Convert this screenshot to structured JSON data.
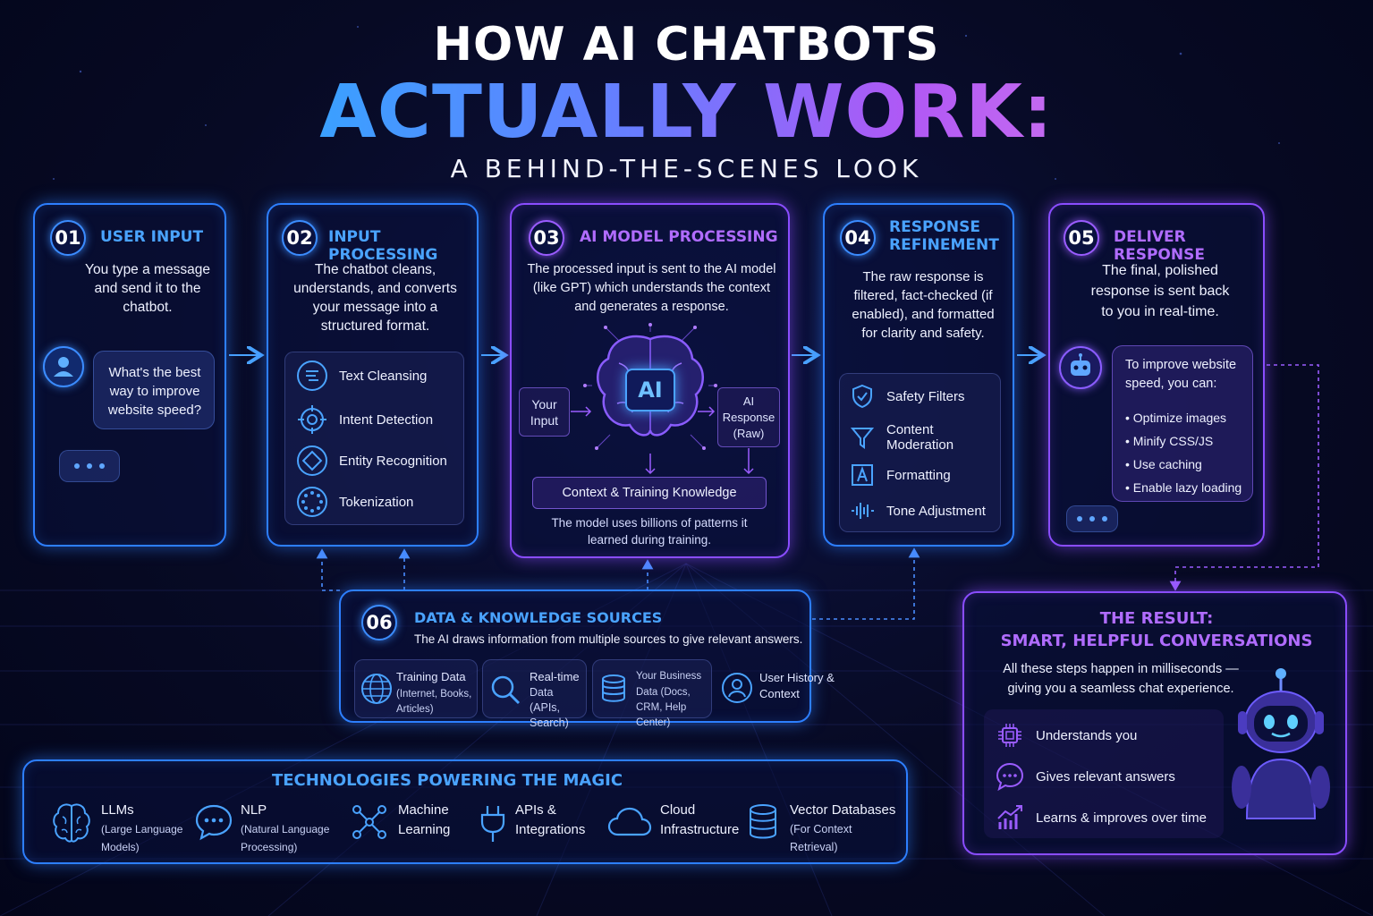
{
  "header": {
    "title_line1": "HOW AI CHATBOTS",
    "title_line2": "ACTUALLY WORK:",
    "subtitle": "A BEHIND-THE-SCENES LOOK"
  },
  "steps": [
    {
      "number": "01",
      "title": "USER INPUT",
      "description": "You type a message and send it to the chatbot.",
      "chat_bubble": "What's the best way to improve website speed?"
    },
    {
      "number": "02",
      "title": "INPUT PROCESSING",
      "description": "The chatbot cleans, understands, and converts your message into a structured format.",
      "items": [
        "Text Cleansing",
        "Intent Detection",
        "Entity Recognition",
        "Tokenization"
      ]
    },
    {
      "number": "03",
      "title": "AI MODEL PROCESSING",
      "description": "The processed input is sent to the AI model (like GPT) which understands the context and generates a response.",
      "input_label": "Your Input",
      "brain_label": "AI",
      "output_label": "AI Response (Raw)",
      "knowledge_label": "Context & Training Knowledge",
      "footnote": "The model uses billions of patterns it learned during training."
    },
    {
      "number": "04",
      "title": "RESPONSE REFINEMENT",
      "description": "The raw response is filtered, fact-checked (if enabled), and formatted for clarity and safety.",
      "items": [
        "Safety Filters",
        "Content Moderation",
        "Formatting",
        "Tone Adjustment"
      ]
    },
    {
      "number": "05",
      "title": "DELIVER RESPONSE",
      "description": "The final, polished response is sent back to you in real-time.",
      "reply_intro": "To improve website speed, you can:",
      "reply_items": [
        "Optimize images",
        "Minify CSS/JS",
        "Use caching",
        "Enable lazy loading"
      ]
    }
  ],
  "sources": {
    "number": "06",
    "title": "DATA & KNOWLEDGE SOURCES",
    "description": "The AI draws information from multiple sources to give relevant answers.",
    "items": [
      {
        "title": "Training Data",
        "detail": "(Internet, Books, Articles)",
        "icon": "globe-icon"
      },
      {
        "title": "Real-time",
        "detail": "Data (APIs, Search)",
        "icon": "search-icon"
      },
      {
        "title": "Your Business",
        "detail": "Data (Docs, CRM, Help Center)",
        "icon": "database-icon"
      },
      {
        "title": "User History &",
        "detail": "Context",
        "icon": "user-icon"
      }
    ]
  },
  "technologies": {
    "title": "TECHNOLOGIES POWERING THE MAGIC",
    "items": [
      {
        "title": "LLMs",
        "detail": "(Large Language Models)",
        "icon": "brain-icon"
      },
      {
        "title": "NLP",
        "detail": "(Natural Language Processing)",
        "icon": "chat-icon"
      },
      {
        "title": "Machine",
        "detail": "Learning",
        "icon": "network-icon"
      },
      {
        "title": "APIs &",
        "detail": "Integrations",
        "icon": "plug-icon"
      },
      {
        "title": "Cloud",
        "detail": "Infrastructure",
        "icon": "cloud-icon"
      },
      {
        "title": "Vector Databases",
        "detail": "(For Context Retrieval)",
        "icon": "database-icon"
      }
    ]
  },
  "result": {
    "title_line1": "THE RESULT:",
    "title_line2": "SMART, HELPFUL CONVERSATIONS",
    "description": "All these steps happen in milliseconds —giving you a seamless chat experience.",
    "items": [
      "Understands you",
      "Gives relevant answers",
      "Learns & improves over time"
    ]
  },
  "colors": {
    "blue_accent": "#2d7fff",
    "purple_accent": "#8a4dff",
    "background": "#070a24"
  }
}
